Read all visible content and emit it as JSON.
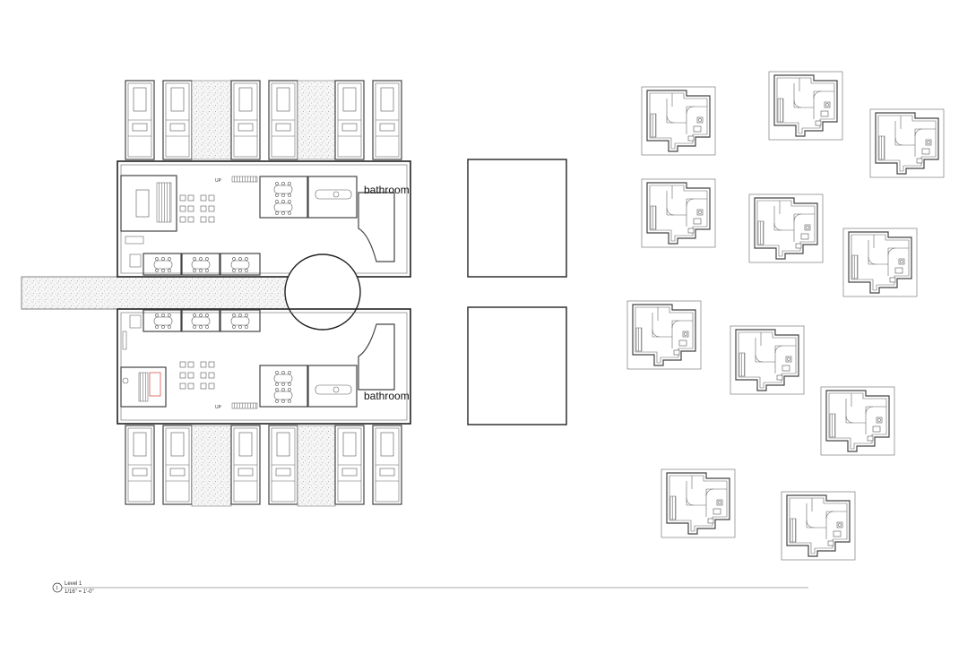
{
  "rooms": {
    "bathroom_upper": "bathroom",
    "bathroom_lower": "bathroom",
    "stair_up_upper": "UP",
    "stair_up_lower": "UP"
  },
  "title_block": {
    "view_number": "1",
    "view_name": "Level 1",
    "scale": "1/16\" = 1'-0\""
  },
  "colors": {
    "line": "#444444",
    "hatch": "#bdbdbd",
    "accent_stair": "#d9534f"
  }
}
